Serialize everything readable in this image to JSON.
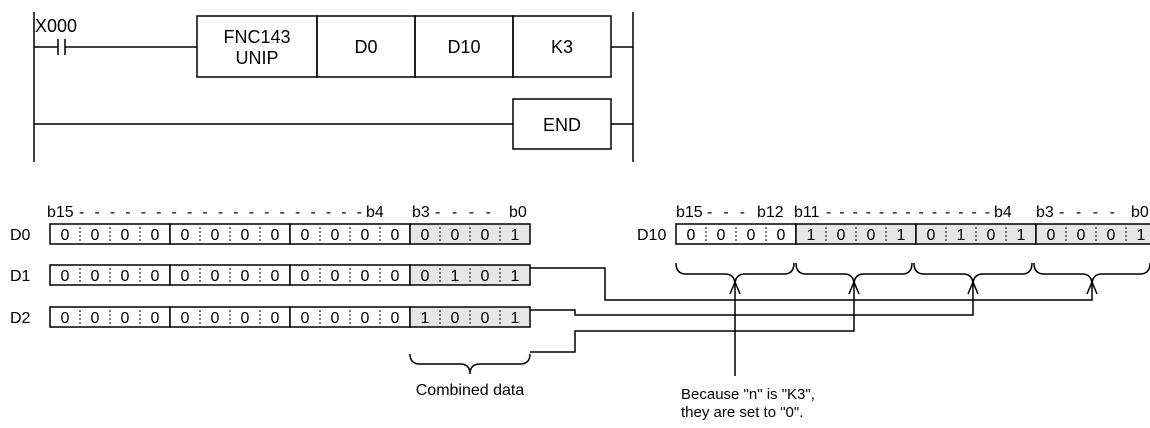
{
  "ladder": {
    "contact_label": "X000",
    "instruction_line1": "FNC143",
    "instruction_line2": "UNIP",
    "operand_s": "D0",
    "operand_d": "D10",
    "operand_n": "K3",
    "end_label": "END"
  },
  "source": {
    "header": {
      "b15": "b15",
      "dashes_long": "-------------------",
      "b4": "b4",
      "b3": "b3",
      "dashes_short": "----",
      "b0": "b0"
    },
    "registers": [
      {
        "label": "D0",
        "bits": [
          "0",
          "0",
          "0",
          "0",
          "0",
          "0",
          "0",
          "0",
          "0",
          "0",
          "0",
          "0",
          "0",
          "0",
          "0",
          "1"
        ]
      },
      {
        "label": "D1",
        "bits": [
          "0",
          "0",
          "0",
          "0",
          "0",
          "0",
          "0",
          "0",
          "0",
          "0",
          "0",
          "0",
          "0",
          "1",
          "0",
          "1"
        ]
      },
      {
        "label": "D2",
        "bits": [
          "0",
          "0",
          "0",
          "0",
          "0",
          "0",
          "0",
          "0",
          "0",
          "0",
          "0",
          "0",
          "1",
          "0",
          "0",
          "1"
        ]
      }
    ],
    "note": "Combined data"
  },
  "destination": {
    "header": {
      "b15": "b15",
      "dashes_a": "---",
      "b12": "b12",
      "b11": "b11",
      "dashes_b": "-------------",
      "b4": "b4",
      "b3": "b3",
      "dashes_c": "----",
      "b0": "b0"
    },
    "register": {
      "label": "D10",
      "bits": [
        "0",
        "0",
        "0",
        "0",
        "1",
        "0",
        "0",
        "1",
        "0",
        "1",
        "0",
        "1",
        "0",
        "0",
        "0",
        "1"
      ]
    },
    "note_line1": "Because \"n\" is \"K3\",",
    "note_line2": "they are set to \"0\"."
  },
  "colors": {
    "highlight": "#e6e6e6",
    "line": "#000000"
  }
}
